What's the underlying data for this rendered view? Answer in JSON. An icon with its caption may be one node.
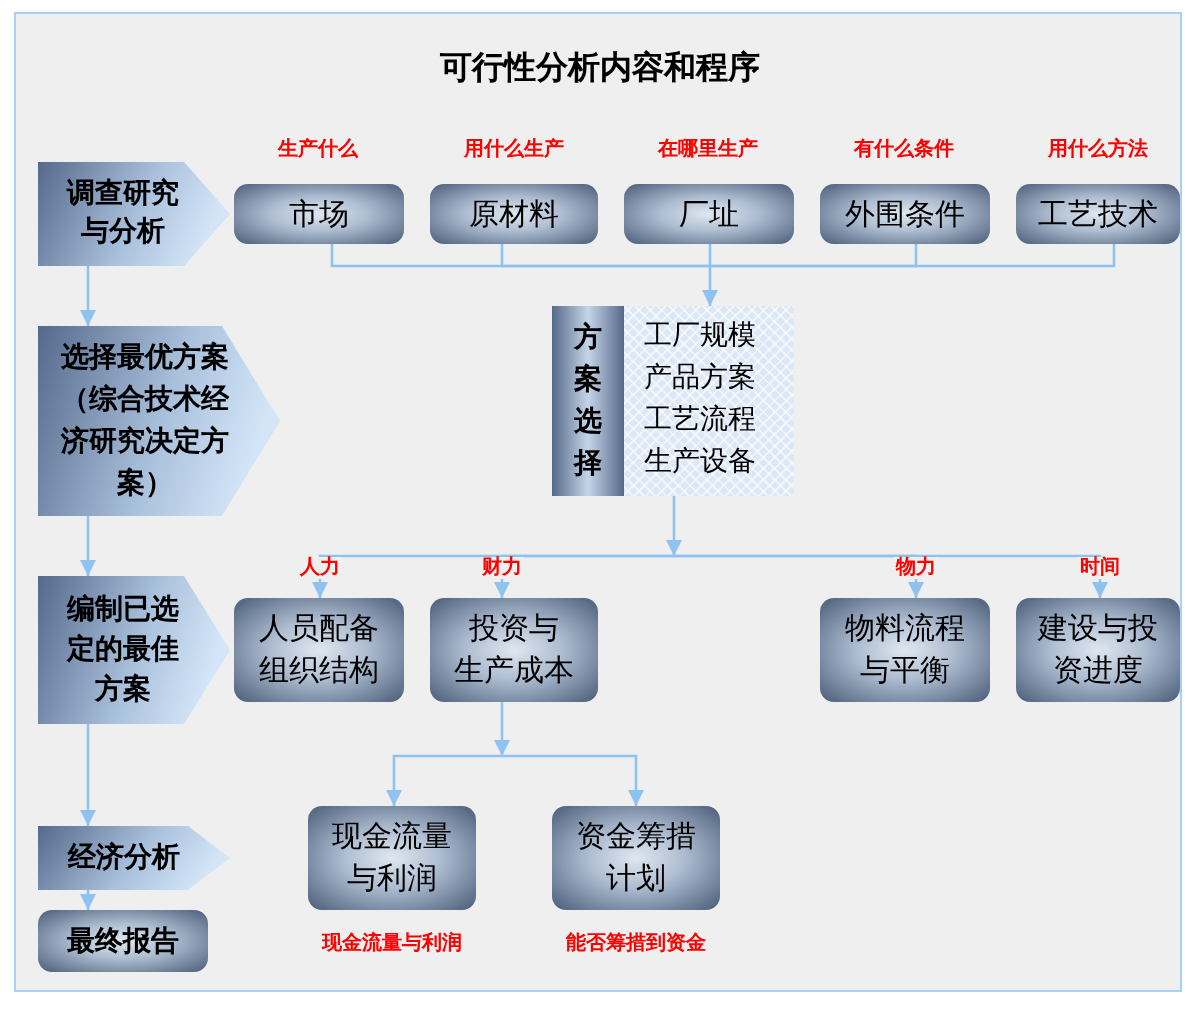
{
  "diagram": {
    "title": "可行性分析内容和程序",
    "nodes": [
      {
        "text": [
          "调查研究与分析"
        ]
      },
      {
        "text": [
          "市场"
        ],
        "beside": [
          "生产什么"
        ]
      },
      {
        "text": [
          "原材料"
        ],
        "beside": [
          "用什么生产"
        ]
      },
      {
        "text": [
          "厂址"
        ],
        "beside": [
          "在哪里生产"
        ]
      },
      {
        "text": [
          "外围条件"
        ],
        "beside": [
          "有什么条件"
        ]
      },
      {
        "text": [
          "工艺技术"
        ],
        "beside": [
          "用什么方法"
        ]
      },
      {
        "text": [
          "选择最优方案（综合技术经济研究决定方案）"
        ]
      },
      {
        "text": [
          "方案选择",
          "工厂规模",
          "产品方案",
          "工艺流程",
          "生产设备"
        ]
      },
      {
        "text": [
          "编制已选定的最佳方案"
        ]
      },
      {
        "text": [
          "人员配备组织结构"
        ]
      },
      {
        "text": [
          "投资与生产成本"
        ]
      },
      {
        "text": [
          "物料流程与平衡"
        ]
      },
      {
        "text": [
          "建设与投资进度"
        ]
      },
      {
        "text": [
          "经济分析"
        ]
      },
      {
        "text": [
          "现金流量与利润"
        ],
        "beside": [
          "现金流量与利润"
        ]
      },
      {
        "text": [
          "资金筹措计划"
        ],
        "beside": [
          "能否筹措到资金"
        ]
      },
      {
        "text": [
          "最终报告"
        ]
      }
    ],
    "edges": [
      {
        "from": 0,
        "to": 6,
        "arrow": "to"
      },
      {
        "from": 6,
        "to": 8,
        "arrow": "to"
      },
      {
        "from": 8,
        "to": 13,
        "arrow": "to"
      },
      {
        "from": 13,
        "to": 16,
        "arrow": "to"
      },
      {
        "from": 1,
        "to": 7,
        "arrow": "to"
      },
      {
        "from": 2,
        "to": 7,
        "arrow": "to"
      },
      {
        "from": 3,
        "to": 7,
        "arrow": "to"
      },
      {
        "from": 4,
        "to": 7,
        "arrow": "to"
      },
      {
        "from": 5,
        "to": 7,
        "arrow": "to"
      },
      {
        "from": 7,
        "to": 9,
        "arrow": "to",
        "label": "人力"
      },
      {
        "from": 7,
        "to": 10,
        "arrow": "to",
        "label": "财力"
      },
      {
        "from": 7,
        "to": 11,
        "arrow": "to",
        "label": "物力"
      },
      {
        "from": 7,
        "to": 12,
        "arrow": "to",
        "label": "时间"
      },
      {
        "from": 10,
        "to": 14,
        "arrow": "to"
      },
      {
        "from": 10,
        "to": 15,
        "arrow": "to"
      }
    ]
  }
}
